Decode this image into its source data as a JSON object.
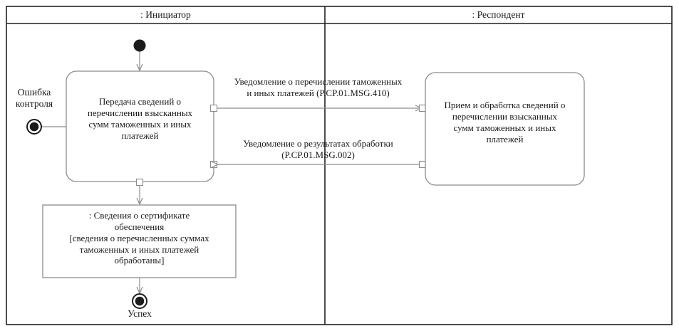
{
  "diagram": {
    "type": "uml-activity-diagram",
    "title": "",
    "lanes": [
      {
        "id": "initiator",
        "label": ": Инициатор"
      },
      {
        "id": "respondent",
        "label": ": Респондент"
      }
    ],
    "nodes": {
      "initial_node": {
        "name": "initial-node",
        "label": ""
      },
      "activity_initiator": {
        "label": "Передача сведений о\nперечислении взысканных\nсумм таможенных и иных\nплатежей"
      },
      "activity_respondent": {
        "label": "Прием и обработка сведений о\nперечислении взысканных\nсумм таможенных и иных\nплатежей"
      },
      "object_node": {
        "label": ": Сведения о сертификате\nобеспечения\n[сведения о перечисленных суммах\nтаможенных и иных платежей\nобработаны]"
      },
      "final_error": {
        "label": "Ошибка\nконтроля"
      },
      "final_success": {
        "label": "Успех"
      }
    },
    "messages": [
      {
        "id": "msg-410",
        "direction": "initiator-to-respondent",
        "label": "Уведомление о перечислении таможенных\nи иных платежей  (P.CP.01.MSG.410)",
        "code": "P.CP.01.MSG.410"
      },
      {
        "id": "msg-002",
        "direction": "respondent-to-initiator",
        "label": "Уведомление о результатах обработки\n(P.CP.01.MSG.002)",
        "code": "P.CP.01.MSG.002"
      }
    ],
    "colors": {
      "frame_border": "#231f20",
      "shape_border": "#8c8c8c",
      "node_fill": "#000000",
      "text": "#1a1a1a",
      "arrow": "#8c8c8c",
      "background": "#ffffff"
    }
  }
}
